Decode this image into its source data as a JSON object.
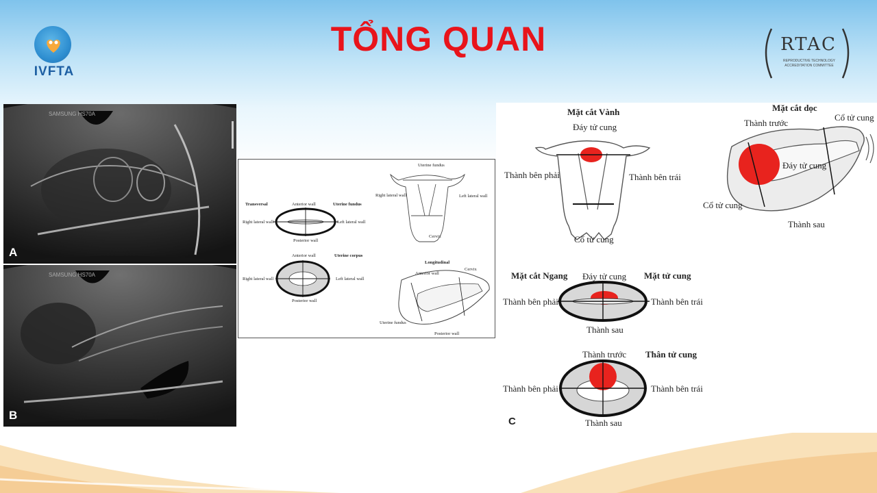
{
  "slide": {
    "title": "TỔNG QUAN",
    "logo_left_text": "IVFTA",
    "logo_right_text": "RTAC",
    "logo_right_subtitle": "Reproductive Technology Accreditation Committee"
  },
  "ultrasound": {
    "panel_a": {
      "letter": "A",
      "brand": "SAMSUNG HS70A"
    },
    "panel_b": {
      "letter": "B",
      "brand": "SAMSUNG HS70A"
    }
  },
  "english_diagram": {
    "transversal_title": "Transversal",
    "uterine_fundus_title": "Uterine fundus",
    "uterine_corpus_title": "Uterine corpus",
    "longitudinal_title": "Longitudinal",
    "anterior_wall": "Anterior wall",
    "posterior_wall": "Posterior wall",
    "right_lateral_wall": "Right lateral wall",
    "left_lateral_wall": "Left lateral wall",
    "uterine_fundus": "Uterine fundus",
    "cervix": "Cervix"
  },
  "vietnamese_diagram": {
    "panel_letter": "C",
    "coronal_title": "Mặt cắt Vành",
    "sagittal_title": "Mặt cắt dọc",
    "transverse_title": "Mặt cắt Ngang",
    "fundus_section_title": "Mặt tử cung",
    "body_section_title": "Thân tử cung",
    "fundus": "Đáy tử cung",
    "cervix": "Cổ tử cung",
    "right_wall": "Thành bên phải",
    "left_wall": "Thành bên trái",
    "anterior_wall": "Thành trước",
    "posterior_wall": "Thành sau"
  },
  "colors": {
    "title": "#e8141b",
    "highlight": "#e8231e"
  }
}
